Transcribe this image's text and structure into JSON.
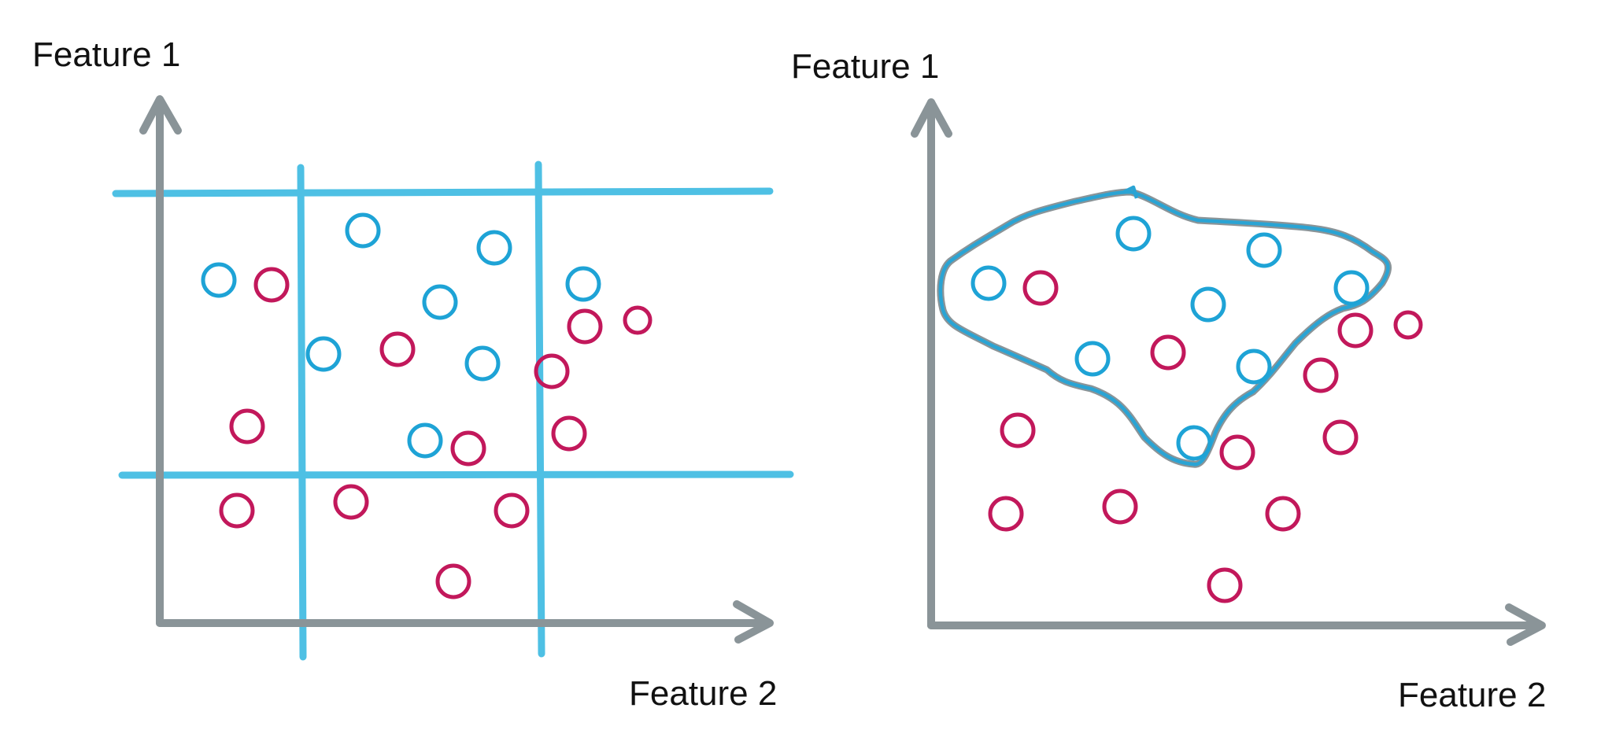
{
  "colors": {
    "axis": "#8a9498",
    "split": "#4ec0e4",
    "class_a": "#1ea3d6",
    "class_b": "#c2185b",
    "boundary": "#2aa4d4",
    "boundary_halo": "#8a9498",
    "text": "#111111"
  },
  "left_panel": {
    "y_axis_label": "Feature 1",
    "x_axis_label": "Feature 2",
    "splits": [
      {
        "orientation": "horizontal"
      },
      {
        "orientation": "horizontal"
      },
      {
        "orientation": "vertical"
      },
      {
        "orientation": "vertical"
      }
    ],
    "points": [
      {
        "class": "a"
      },
      {
        "class": "b"
      },
      {
        "class": "a"
      },
      {
        "class": "a"
      },
      {
        "class": "a"
      },
      {
        "class": "a"
      },
      {
        "class": "b"
      },
      {
        "class": "b"
      },
      {
        "class": "a"
      },
      {
        "class": "b"
      },
      {
        "class": "a"
      },
      {
        "class": "b"
      },
      {
        "class": "b"
      },
      {
        "class": "a"
      },
      {
        "class": "b"
      },
      {
        "class": "b"
      },
      {
        "class": "b"
      },
      {
        "class": "b"
      },
      {
        "class": "b"
      },
      {
        "class": "b"
      }
    ]
  },
  "right_panel": {
    "y_axis_label": "Feature 1",
    "x_axis_label": "Feature 2",
    "points": [
      {
        "class": "a"
      },
      {
        "class": "b"
      },
      {
        "class": "a"
      },
      {
        "class": "a"
      },
      {
        "class": "a"
      },
      {
        "class": "a"
      },
      {
        "class": "b"
      },
      {
        "class": "b"
      },
      {
        "class": "a"
      },
      {
        "class": "b"
      },
      {
        "class": "a"
      },
      {
        "class": "b"
      },
      {
        "class": "b"
      },
      {
        "class": "a"
      },
      {
        "class": "b"
      },
      {
        "class": "b"
      },
      {
        "class": "b"
      },
      {
        "class": "b"
      },
      {
        "class": "b"
      },
      {
        "class": "b"
      }
    ]
  }
}
